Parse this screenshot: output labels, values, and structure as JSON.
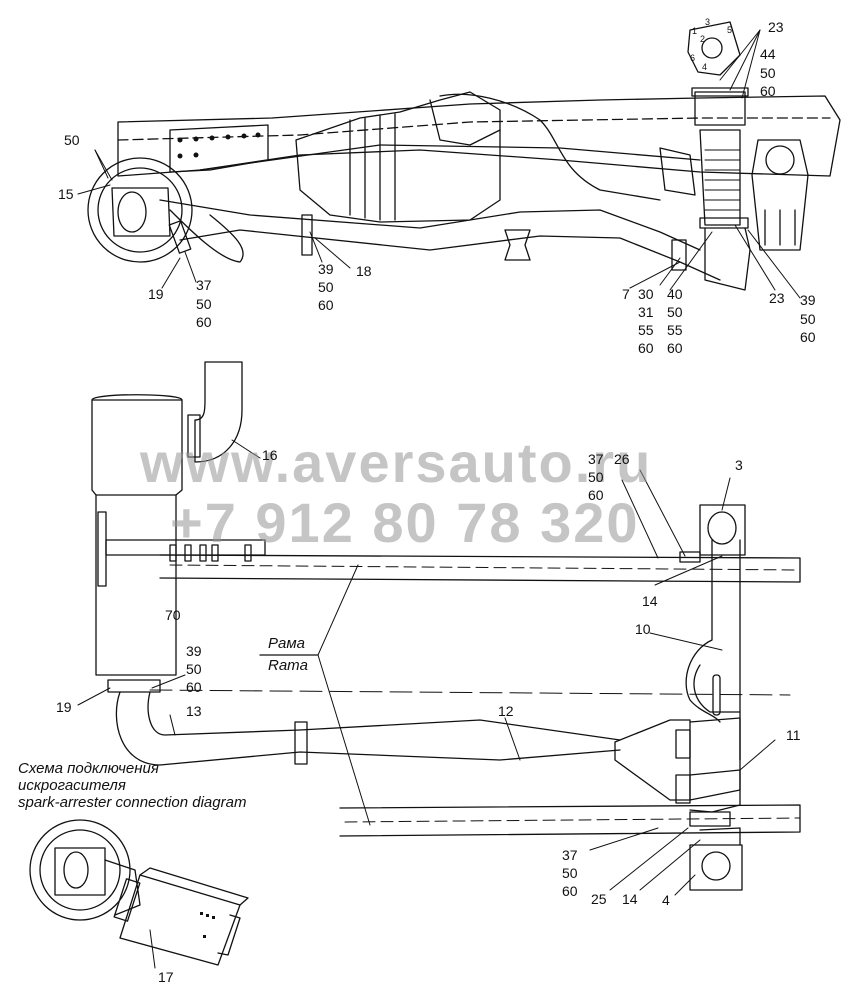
{
  "watermark": {
    "site": "www.aversauto.ru",
    "phone": "+7 912 80 78 320"
  },
  "frame_caption": {
    "ru": "Рама",
    "en": "Rama"
  },
  "scheme_caption": {
    "line1": "Схема подключения",
    "line2": "искрогасителя",
    "line3": "spark-arrester connection diagram"
  },
  "flange_hole_numbers": [
    "1",
    "2",
    "3",
    "4",
    "5",
    "6"
  ],
  "callouts": [
    {
      "id": "c50a",
      "text": "50"
    },
    {
      "id": "c15",
      "text": "15"
    },
    {
      "id": "c19a",
      "text": "19"
    },
    {
      "id": "c37a",
      "text": "37"
    },
    {
      "id": "c50b",
      "text": "50"
    },
    {
      "id": "c60a",
      "text": "60"
    },
    {
      "id": "c39a",
      "text": "39"
    },
    {
      "id": "c18",
      "text": "18"
    },
    {
      "id": "c50c",
      "text": "50"
    },
    {
      "id": "c60b",
      "text": "60"
    },
    {
      "id": "c23a",
      "text": "23"
    },
    {
      "id": "c44",
      "text": "44"
    },
    {
      "id": "c50d",
      "text": "50"
    },
    {
      "id": "c60c",
      "text": "60"
    },
    {
      "id": "c7",
      "text": "7"
    },
    {
      "id": "c30",
      "text": "30"
    },
    {
      "id": "c31",
      "text": "31"
    },
    {
      "id": "c55a",
      "text": "55"
    },
    {
      "id": "c60d",
      "text": "60"
    },
    {
      "id": "c40",
      "text": "40"
    },
    {
      "id": "c50e",
      "text": "50"
    },
    {
      "id": "c55b",
      "text": "55"
    },
    {
      "id": "c60e",
      "text": "60"
    },
    {
      "id": "c23b",
      "text": "23"
    },
    {
      "id": "c39b",
      "text": "39"
    },
    {
      "id": "c50f",
      "text": "50"
    },
    {
      "id": "c60f",
      "text": "60"
    },
    {
      "id": "c16",
      "text": "16"
    },
    {
      "id": "c37b",
      "text": "37"
    },
    {
      "id": "c50g",
      "text": "50"
    },
    {
      "id": "c60g",
      "text": "60"
    },
    {
      "id": "c26",
      "text": "26"
    },
    {
      "id": "c3",
      "text": "3"
    },
    {
      "id": "c14a",
      "text": "14"
    },
    {
      "id": "c10",
      "text": "10"
    },
    {
      "id": "c70",
      "text": "70"
    },
    {
      "id": "c39c",
      "text": "39"
    },
    {
      "id": "c50h",
      "text": "50"
    },
    {
      "id": "c60h",
      "text": "60"
    },
    {
      "id": "c19b",
      "text": "19"
    },
    {
      "id": "c13",
      "text": "13"
    },
    {
      "id": "c12",
      "text": "12"
    },
    {
      "id": "c11",
      "text": "11"
    },
    {
      "id": "c37c",
      "text": "37"
    },
    {
      "id": "c50i",
      "text": "50"
    },
    {
      "id": "c60i",
      "text": "60"
    },
    {
      "id": "c25",
      "text": "25"
    },
    {
      "id": "c14b",
      "text": "14"
    },
    {
      "id": "c4",
      "text": "4"
    },
    {
      "id": "c17",
      "text": "17"
    }
  ]
}
